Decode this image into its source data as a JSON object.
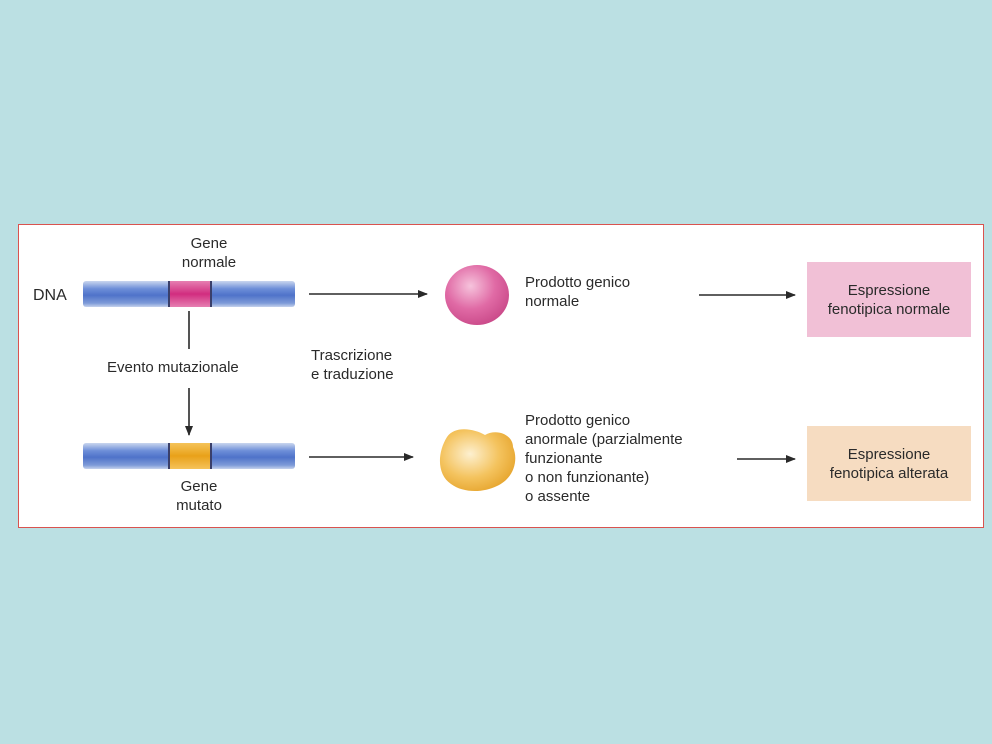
{
  "diagram": {
    "dna_label": "DNA",
    "normal_gene_label": [
      "Gene",
      "normale"
    ],
    "mutated_gene_label": [
      "Gene",
      "mutato"
    ],
    "mutation_event": "Evento mutazionale",
    "process_label": [
      "Trascrizione",
      "e traduzione"
    ],
    "normal_product": [
      "Prodotto genico",
      "normale"
    ],
    "abnormal_product": [
      "Prodotto genico",
      "anormale (parzialmente",
      "funzionante",
      "o non funzionante)",
      "o assente"
    ],
    "normal_expression": [
      "Espressione",
      "fenotipica normale"
    ],
    "altered_expression": [
      "Espressione",
      "fenotipica alterata"
    ],
    "colors": {
      "background": "#bbe0e3",
      "dna_blue": "#4f73c9",
      "normal_gene": "#d12d7f",
      "mutant_gene": "#e9a119",
      "normal_product": "#e06aa5",
      "abnormal_product": "#f0b43e",
      "normal_box": "#f1c0d6",
      "altered_box": "#f6dcc1"
    }
  }
}
